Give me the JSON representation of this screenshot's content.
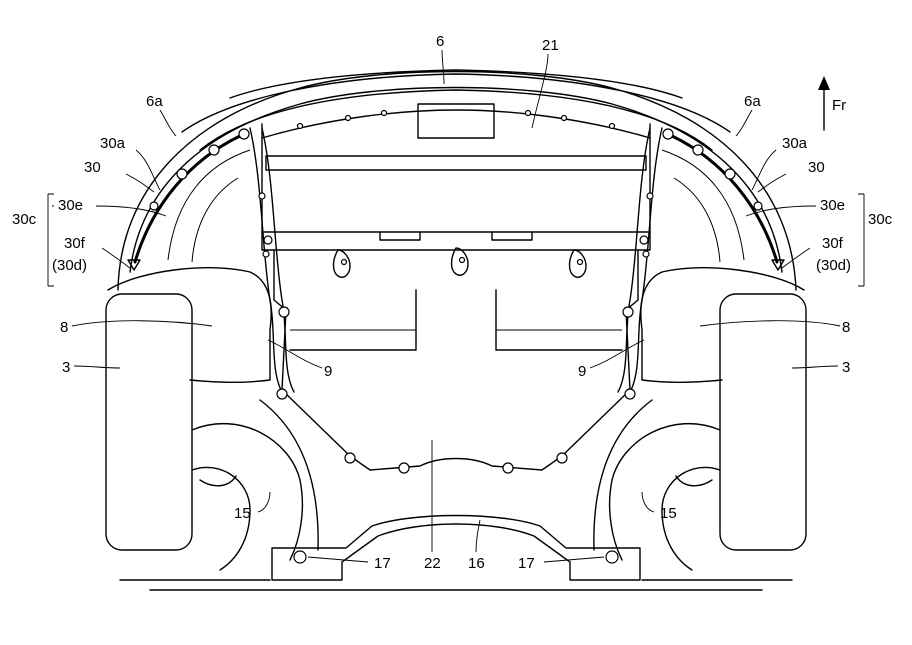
{
  "figure": {
    "direction_label": "Fr",
    "labels": {
      "l6": "6",
      "l21": "21",
      "l6a_left": "6a",
      "l6a_right": "6a",
      "l30a_left": "30a",
      "l30a_right": "30a",
      "l30_left": "30",
      "l30_right": "30",
      "l30e_left": "30e",
      "l30e_right": "30e",
      "l30c_left": "30c",
      "l30c_right": "30c",
      "l30f_left": "30f",
      "l30f_right": "30f",
      "l30d_left": "(30d)",
      "l30d_right": "(30d)",
      "l8_left": "8",
      "l8_right": "8",
      "l3_left": "3",
      "l3_right": "3",
      "l9_left": "9",
      "l9_right": "9",
      "l15_left": "15",
      "l15_right": "15",
      "l17_left": "17",
      "l17_right": "17",
      "l22": "22",
      "l16": "16"
    }
  }
}
